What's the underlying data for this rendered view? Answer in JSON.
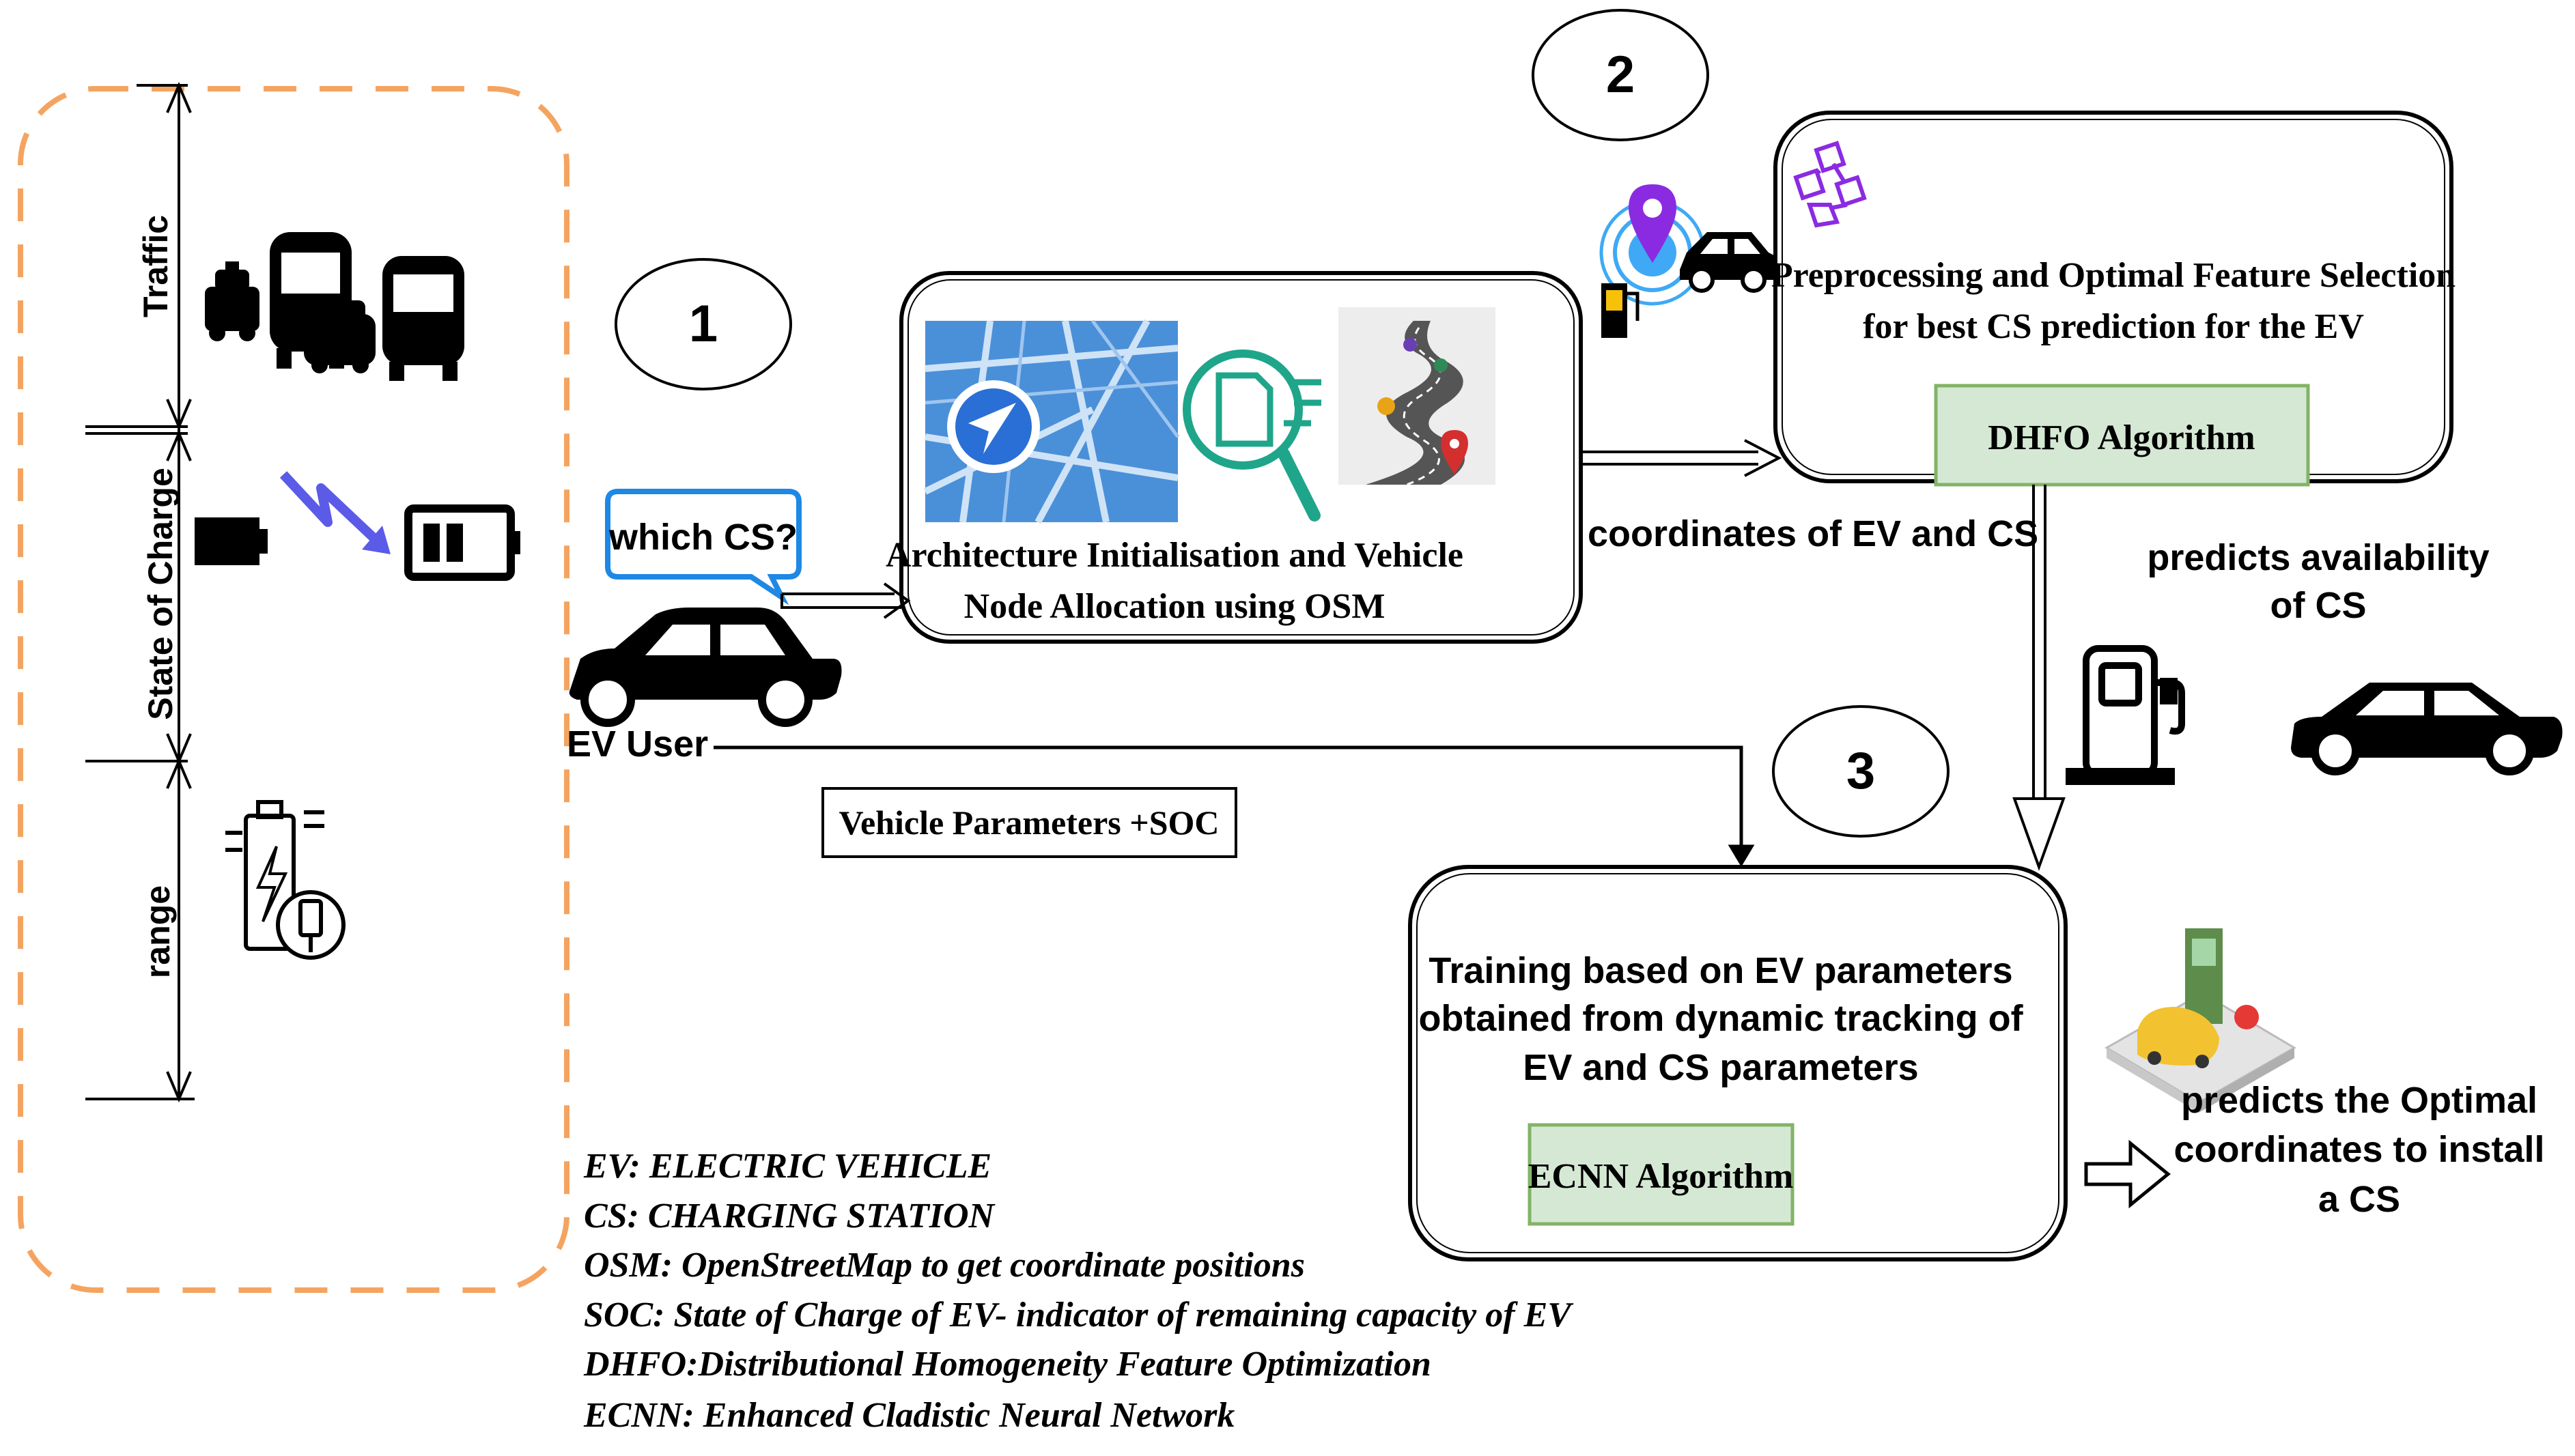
{
  "left_panel": {
    "traffic_label": "Traffic",
    "soc_label": "State of Charge",
    "range_label": "range"
  },
  "steps": {
    "one": "1",
    "two": "2",
    "three": "3"
  },
  "ev_user": {
    "bubble_text": "which CS?",
    "label": "EV User"
  },
  "box_osm": {
    "line1": "Architecture Initialisation and Vehicle",
    "line2": "Node Allocation using OSM"
  },
  "box_feature": {
    "line1": "Preprocessing and Optimal Feature Selection",
    "line2": "for best CS prediction for the EV",
    "algo": "DHFO Algorithm"
  },
  "box_training": {
    "line1": "Training based on EV parameters",
    "line2": "obtained from dynamic tracking of",
    "line3": "EV and CS parameters",
    "algo": "ECNN Algorithm"
  },
  "edge_labels": {
    "coords": "coordinates of EV and CS",
    "vehicle_params": "Vehicle Parameters +SOC",
    "predicts_avail_1": "predicts availability",
    "predicts_avail_2": "of CS",
    "predicts_opt_1": "predicts the Optimal",
    "predicts_opt_2": "coordinates to install",
    "predicts_opt_3": "a CS"
  },
  "legend": [
    "EV: ELECTRIC VEHICLE",
    "CS: CHARGING STATION",
    "OSM: OpenStreetMap to get coordinate positions",
    "SOC: State of Charge of EV- indicator of remaining capacity of EV",
    "DHFO:Distributional Homogeneity Feature Optimization",
    "ECNN: Enhanced Cladistic Neural Network"
  ],
  "colors": {
    "dashed_panel": "#F4A460",
    "algo_box_fill": "#D5E8D4",
    "algo_box_border": "#82B366",
    "bubble_border": "#1E88E5",
    "map_blue": "#4A90D9",
    "teal": "#1FA58A",
    "purple": "#8A2BE2",
    "arrow_purple": "#5B5BE8"
  }
}
